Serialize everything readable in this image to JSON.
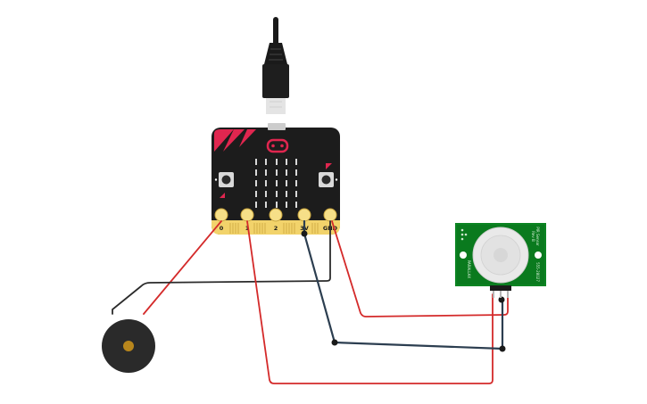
{
  "microbit": {
    "pins": [
      "0",
      "1",
      "2",
      "3V",
      "GND"
    ]
  },
  "pir_sensor": {
    "label_left": "PARALLAX",
    "label_right_1": "PIR Sensor",
    "label_right_2": "Rev B",
    "label_right_3": "555-28027"
  },
  "colors": {
    "board": "#1c1c1c",
    "board_accent": "#e0264f",
    "edge_gold": "#f2d36b",
    "wire_red": "#d42a2a",
    "wire_black": "#2b2b2b",
    "wire_blue": "#2c3e50",
    "pir_green": "#0a7a1e",
    "dome": "#e9e9e9",
    "buzzer": "#2a2a2a",
    "buzzer_center": "#b8861c"
  },
  "icons": {
    "usb_cable": "usb-cable-icon",
    "buzzer": "piezo-buzzer-icon"
  }
}
